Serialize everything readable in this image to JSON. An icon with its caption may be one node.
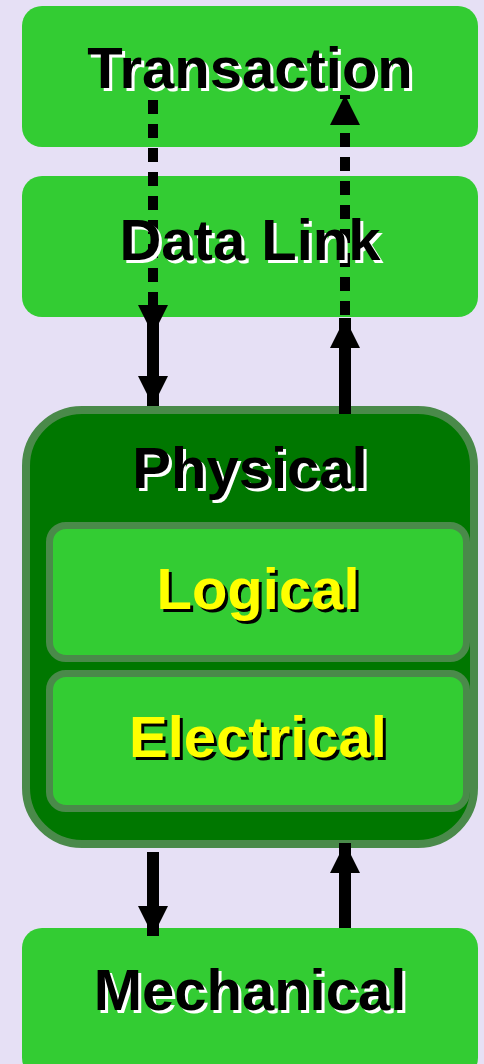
{
  "diagram": {
    "nodes": [
      {
        "text": [
          "Transaction"
        ]
      },
      {
        "text": [
          "Data Link"
        ]
      },
      {
        "text": [
          "Physical"
        ]
      },
      {
        "text": [
          "Logical"
        ],
        "in": 2
      },
      {
        "text": [
          "Electrical"
        ],
        "in": 2
      },
      {
        "text": [
          "Mechanical"
        ]
      }
    ],
    "edges": [
      {
        "from": 0,
        "to": 1,
        "arrow": "to",
        "style": "dashed"
      },
      {
        "from": 1,
        "to": 2,
        "arrow": "to"
      },
      {
        "from": 2,
        "to": 1,
        "arrow": "to"
      },
      {
        "from": 1,
        "to": 0,
        "arrow": "to",
        "style": "dashed"
      },
      {
        "from": 2,
        "to": 5,
        "arrow": "to"
      },
      {
        "from": 5,
        "to": 2,
        "arrow": "to"
      }
    ]
  }
}
